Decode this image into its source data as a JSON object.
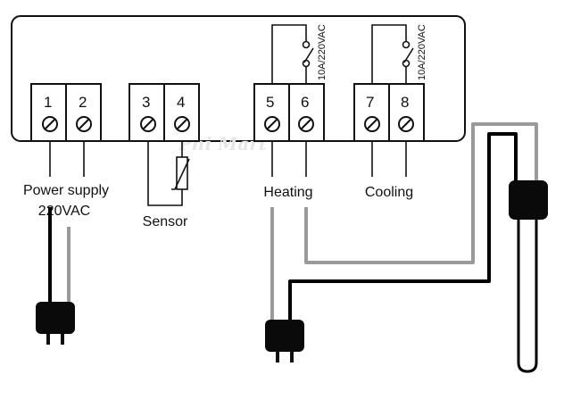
{
  "terminals": [
    "1",
    "2",
    "3",
    "4",
    "5",
    "6",
    "7",
    "8"
  ],
  "labels": {
    "power_supply": "Power supply",
    "power_voltage": "220VAC",
    "sensor": "Sensor",
    "heating": "Heating",
    "cooling": "Cooling"
  },
  "relay_ratings": {
    "heating_relay": "10A/220VAC",
    "cooling_relay": "10A/220VAC"
  },
  "watermark": "Phi Mart",
  "colors": {
    "line": "#111111",
    "wire_gray": "#9a9a9a",
    "wire_black": "#000000",
    "plug": "#0a0a0a"
  }
}
